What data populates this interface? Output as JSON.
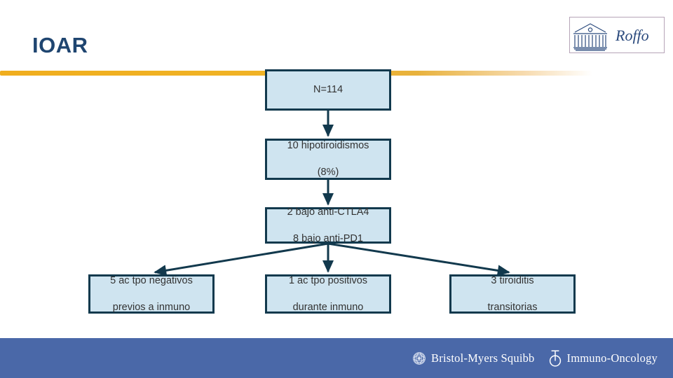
{
  "slide": {
    "title": "IOAR",
    "title_color": "#1f4570",
    "rule_color": "#f0b326",
    "background": "#ffffff"
  },
  "brand_logo": {
    "name": "Roffo",
    "wordmark": "Roffo",
    "icon": "classical-building-icon",
    "color": "#2b4a7d"
  },
  "flowchart": {
    "type": "flow-diagram",
    "box_fill": "#cfe4f0",
    "box_border": "#12394d",
    "nodes": [
      {
        "id": "total",
        "label": "N=114"
      },
      {
        "id": "hypo",
        "line1": "10 hipotiroidismos",
        "line2": "(8%)"
      },
      {
        "id": "drugs",
        "line1": "2 bajo anti-CTLA4",
        "line2": "8 bajo anti-PD1"
      },
      {
        "id": "tpo_neg",
        "line1": "5 ac tpo negativos",
        "line2": "previos a inmuno"
      },
      {
        "id": "tpo_pos",
        "line1": "1 ac tpo positivos",
        "line2": "durante inmuno"
      },
      {
        "id": "transient",
        "line1": "3 tiroiditis",
        "line2": "transitorias"
      }
    ],
    "edges": [
      {
        "from": "total",
        "to": "hypo"
      },
      {
        "from": "hypo",
        "to": "drugs"
      },
      {
        "from": "drugs",
        "to": "tpo_neg"
      },
      {
        "from": "drugs",
        "to": "tpo_pos"
      },
      {
        "from": "drugs",
        "to": "transient"
      }
    ]
  },
  "footer": {
    "band_color": "#4a68a8",
    "logos": [
      {
        "icon": "bms-emblem-icon",
        "text": "Bristol-Myers Squibb"
      },
      {
        "icon": "immuno-oncology-icon",
        "text": "Immuno-Oncology"
      }
    ]
  }
}
